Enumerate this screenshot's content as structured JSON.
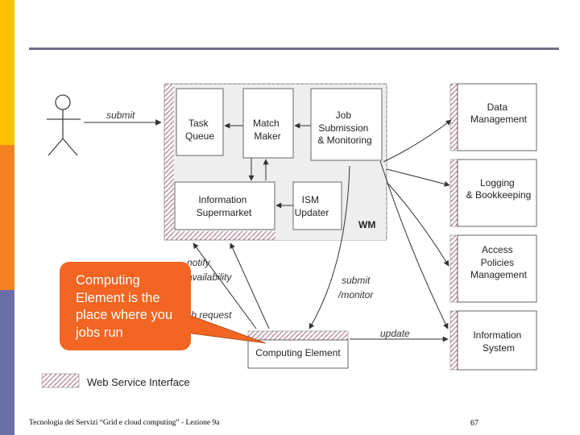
{
  "colors": {
    "band_top": "#ffc000",
    "band_middle": "#f58220",
    "band_bottom": "#6b6fa8",
    "rule": "#6e6e8a",
    "wm_fill": "#eeeeee",
    "ws_hatch": "#c9a3b0",
    "callout_fill": "#f26522"
  },
  "actor": {
    "icon": "stick-figure-user-icon"
  },
  "labels": {
    "submit": "submit",
    "notify_1": "notify",
    "notify_2": "availability",
    "job_request": "job request",
    "submit_monitor_1": "submit",
    "submit_monitor_2": "/monitor",
    "update": "update"
  },
  "wm": {
    "title": "WM",
    "task_queue": [
      "Task",
      "Queue"
    ],
    "match_maker": [
      "Match",
      "Maker"
    ],
    "job_submission": [
      "Job",
      "Submission",
      "& Monitoring"
    ],
    "information_supermarket": [
      "Information",
      "Supermarket"
    ],
    "ism_updater": [
      "ISM",
      "Updater"
    ]
  },
  "services": {
    "data_management": [
      "Data",
      "Management"
    ],
    "logging": [
      "Logging",
      "& Bookkeeping"
    ],
    "access_policies": [
      "Access",
      "Policies",
      "Management"
    ],
    "information_system": [
      "Information",
      "System"
    ]
  },
  "computing_element": "Computing Element",
  "legend": {
    "label": "Web Service Interface"
  },
  "callout": {
    "text": "Computing\nElement is the\nplace where you\njobs run"
  },
  "footer": {
    "text": "Tecnologia dei Servizi “Grid e cloud computing” - Lezione 9a",
    "page": "67"
  }
}
